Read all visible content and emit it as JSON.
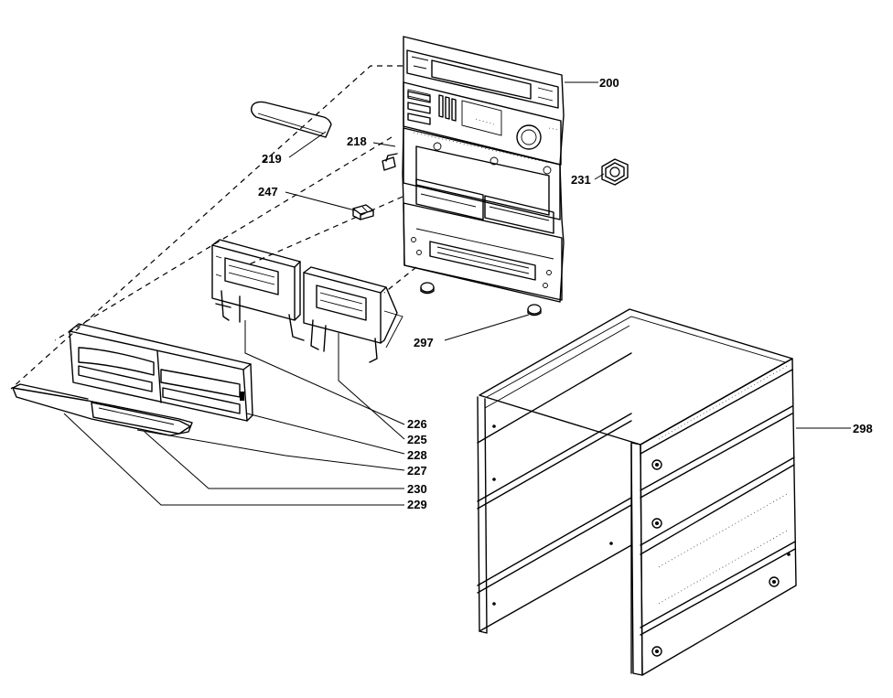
{
  "callouts": {
    "c200": "200",
    "c218": "218",
    "c219": "219",
    "c231": "231",
    "c247": "247",
    "c297": "297",
    "c298": "298",
    "c226": "226",
    "c225": "225",
    "c228": "228",
    "c227": "227",
    "c230": "230",
    "c229": "229"
  }
}
